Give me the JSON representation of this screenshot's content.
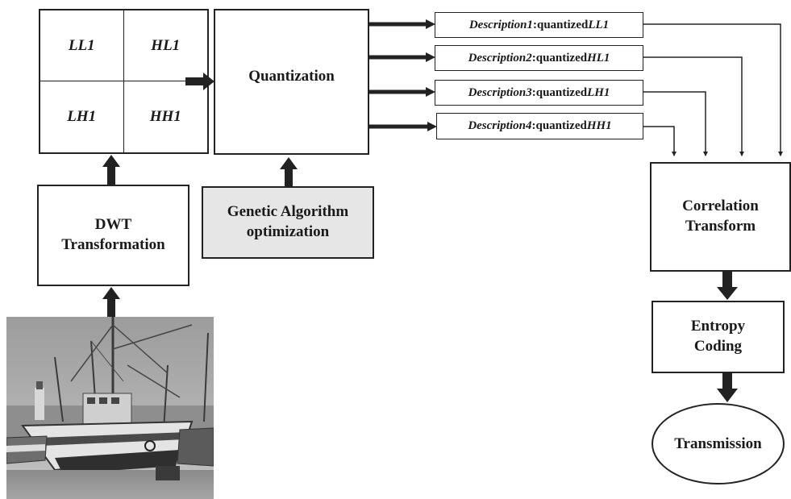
{
  "subbands": {
    "ll": "LL1",
    "hl": "HL1",
    "lh": "LH1",
    "hh": "HH1"
  },
  "blocks": {
    "dwt_line1": "DWT",
    "dwt_line2": "Transformation",
    "quantization": "Quantization",
    "ga_line1": "Genetic Algorithm",
    "ga_line2": "optimization",
    "correlation_line1": "Correlation",
    "correlation_line2": "Transform",
    "entropy_line1": "Entropy",
    "entropy_line2": "Coding",
    "transmission": "Transmission"
  },
  "descriptions": [
    {
      "name": "Description1",
      "text": ":quantized ",
      "band": "LL1"
    },
    {
      "name": "Description2",
      "text": ":quantized ",
      "band": "HL1"
    },
    {
      "name": "Description3",
      "text": ":quantized ",
      "band": "LH1"
    },
    {
      "name": "Description4",
      "text": ":quantized ",
      "band": "HH1"
    }
  ],
  "colors": {
    "ga_fill": "#e6e6e6",
    "line": "#222222"
  },
  "input_image": "boat-photo"
}
